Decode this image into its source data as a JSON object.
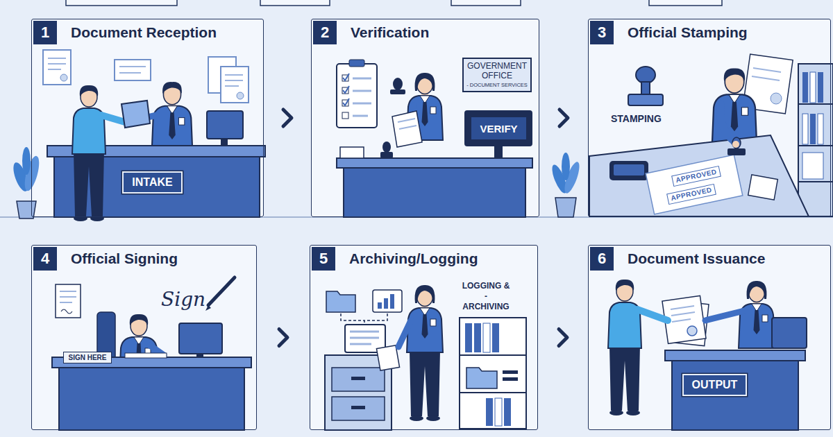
{
  "diagram": {
    "nodes": [
      {
        "text": [
          "1",
          "Document Reception"
        ]
      },
      {
        "text": [
          "INTAKE"
        ],
        "in": 0
      },
      {
        "text": [
          "2",
          "Verification"
        ]
      },
      {
        "text": [
          "GOVERNMENT OFFICE",
          "- DOCUMENT SERVICES"
        ],
        "in": 2
      },
      {
        "text": [
          "VERIFY"
        ],
        "in": 2
      },
      {
        "text": [
          "3",
          "Official Stamping"
        ]
      },
      {
        "text": [
          "4",
          "Official Signing"
        ]
      },
      {
        "text": [
          "SIGN HERE"
        ],
        "in": 6
      },
      {
        "text": [
          "5",
          "Archiving/Logging"
        ]
      },
      {
        "text": [
          "6",
          "Document Issuance"
        ]
      },
      {
        "text": [
          "OUTPUT"
        ],
        "in": 9
      }
    ],
    "edges": [
      {
        "from": 0,
        "to": 2,
        "arrow": "to"
      },
      {
        "from": 2,
        "to": 5,
        "arrow": "to"
      },
      {
        "from": 6,
        "to": 8,
        "arrow": "to"
      },
      {
        "from": 8,
        "to": 9,
        "arrow": "to"
      }
    ],
    "labels": [
      "STAMPING",
      "APPROVED",
      "APPROVED",
      "Sign",
      "LOGGING & - ARCHIVING"
    ]
  }
}
